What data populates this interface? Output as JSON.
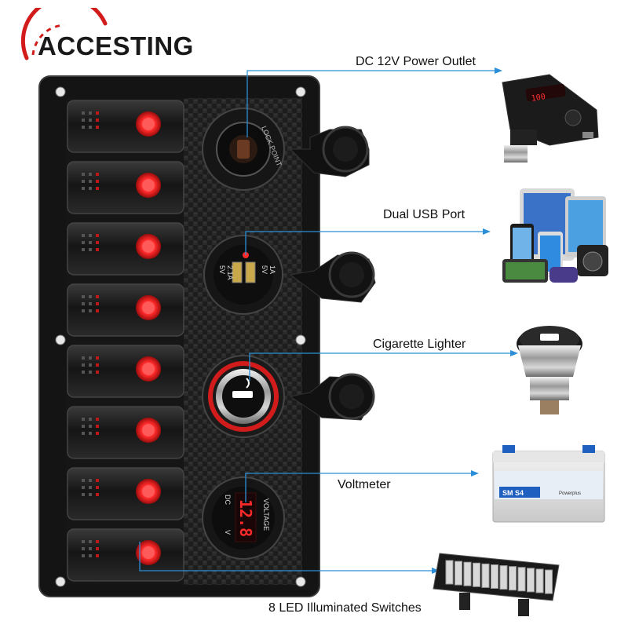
{
  "brand": {
    "name": "ACCESTING",
    "accent": "#d21c1c"
  },
  "callouts": {
    "power_outlet": "DC 12V Power Outlet",
    "usb_port": "Dual  USB Port",
    "lighter": "Cigarette Lighter",
    "voltmeter": "Voltmeter",
    "switches": "8 LED Illuminated Switches"
  },
  "panel": {
    "switch_count": 8,
    "socket_ring_text": "LOCK POINT",
    "usb_left_rating": [
      "5V",
      "2.1A"
    ],
    "usb_right_rating": [
      "5V",
      "1A"
    ],
    "voltmeter_reading": "12.8",
    "voltmeter_unit_left": "DC",
    "voltmeter_unit_right": "V",
    "voltmeter_title": "VOLTAGE"
  },
  "products": {
    "battery_label": "SM S4",
    "battery_sublabel": "Powerplus"
  },
  "colors": {
    "panel": "#1c1c1c",
    "led": "#ff2a2a",
    "callout_line": "#2a8fd8"
  }
}
